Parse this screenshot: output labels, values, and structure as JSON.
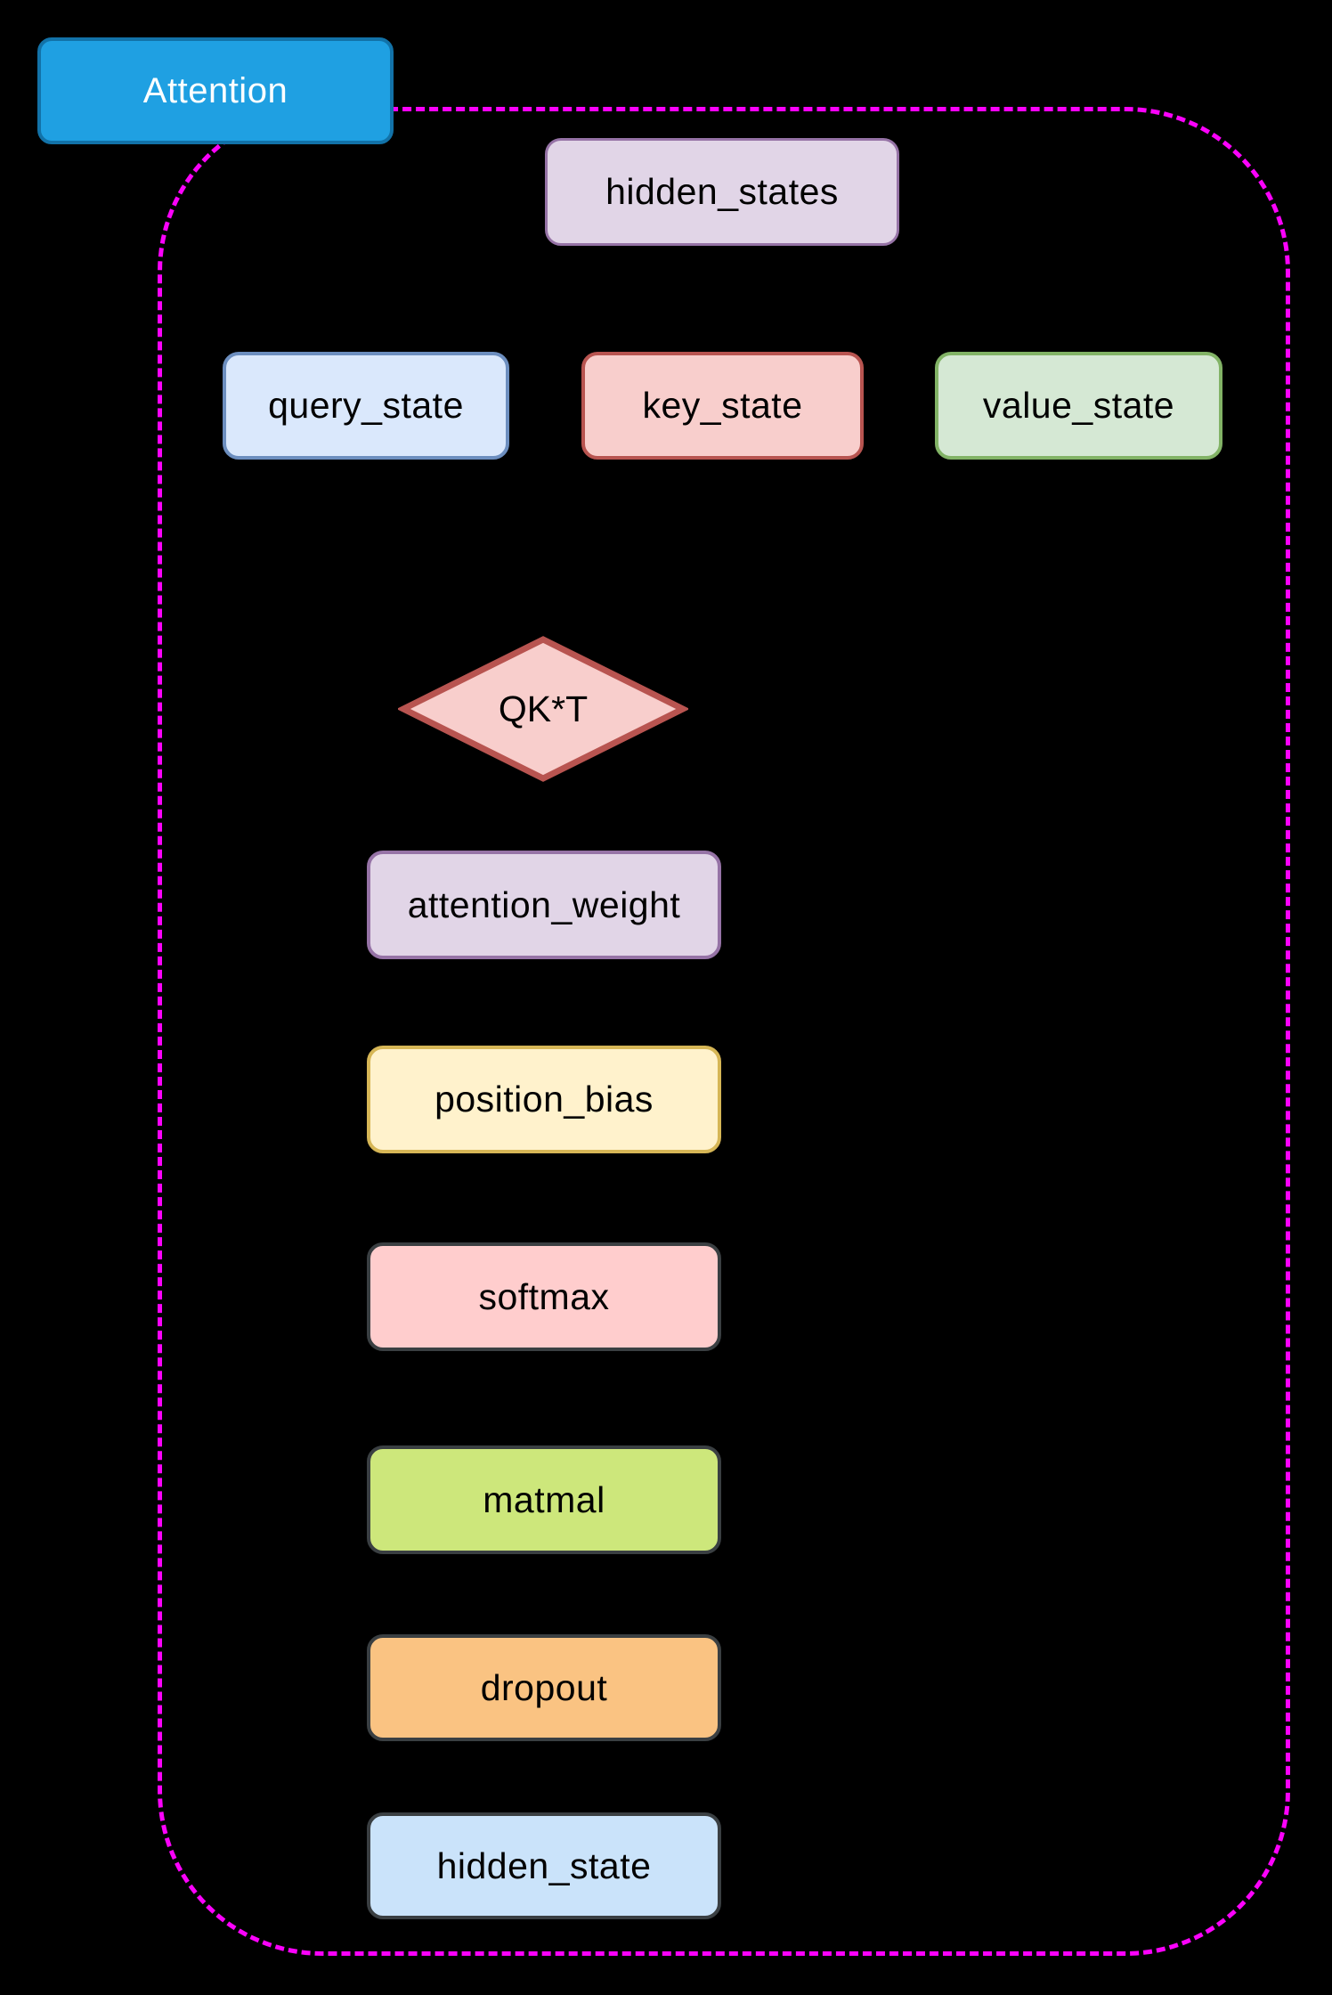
{
  "diagram": {
    "title": "Attention",
    "background_color": "#000000",
    "container": {
      "style": "dashed-rounded-rectangle",
      "border_color": "#FB02FB"
    },
    "title_node": {
      "label": "Attention",
      "fill": "#1FA0E2",
      "stroke": "#1272A8",
      "text_color": "#FFFFFF"
    },
    "nodes": {
      "hidden_states": {
        "label": "hidden_states",
        "shape": "rect",
        "fill": "#E1D5E7",
        "stroke": "#9673A6"
      },
      "query_state": {
        "label": "query_state",
        "shape": "rect",
        "fill": "#DAE8FC",
        "stroke": "#6C8EBF"
      },
      "key_state": {
        "label": "key_state",
        "shape": "rect",
        "fill": "#F8CECC",
        "stroke": "#B85450"
      },
      "value_state": {
        "label": "value_state",
        "shape": "rect",
        "fill": "#D5E8D4",
        "stroke": "#82B366"
      },
      "qkt": {
        "label": "QK*T",
        "shape": "diamond",
        "fill": "#F8CECC",
        "stroke": "#B85450"
      },
      "attention_weight": {
        "label": "attention_weight",
        "shape": "rect",
        "fill": "#E1D5E7",
        "stroke": "#9673A6"
      },
      "position_bias": {
        "label": "position_bias",
        "shape": "rect",
        "fill": "#FFF2CC",
        "stroke": "#D6B656"
      },
      "softmax": {
        "label": "softmax",
        "shape": "rect",
        "fill": "#FFCDCD",
        "stroke": "#3A3F42"
      },
      "matmal": {
        "label": "matmal",
        "shape": "rect",
        "fill": "#CDE77B",
        "stroke": "#3A3F42"
      },
      "dropout": {
        "label": "dropout",
        "shape": "rect",
        "fill": "#FAC382",
        "stroke": "#3A3F42"
      },
      "hidden_state": {
        "label": "hidden_state",
        "shape": "rect",
        "fill": "#CAE3FA",
        "stroke": "#3A3F42"
      }
    }
  }
}
